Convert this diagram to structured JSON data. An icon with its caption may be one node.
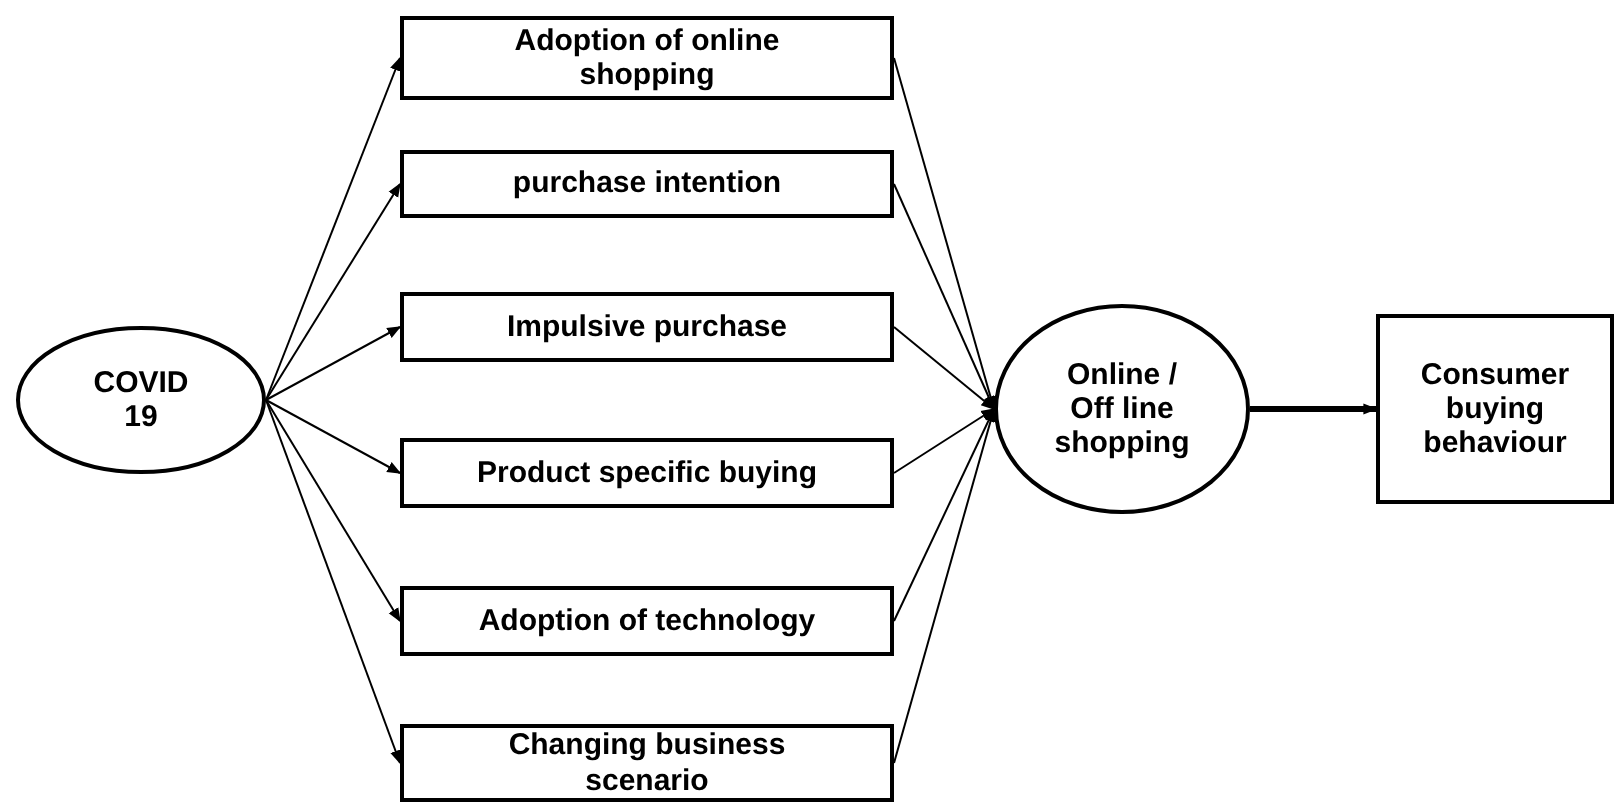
{
  "diagram": {
    "nodes": [
      {
        "text": [
          "COVID 19"
        ]
      },
      {
        "text": [
          "Adoption of online shopping"
        ]
      },
      {
        "text": [
          "purchase intention"
        ]
      },
      {
        "text": [
          "Impulsive purchase"
        ]
      },
      {
        "text": [
          "Product specific buying"
        ]
      },
      {
        "text": [
          "Adoption of technology"
        ]
      },
      {
        "text": [
          "Changing business scenario"
        ]
      },
      {
        "text": [
          "Online / Off line shopping"
        ]
      },
      {
        "text": [
          "Consumer buying behaviour"
        ]
      }
    ],
    "edges": [
      {
        "from": 0,
        "to": 1,
        "arrow": "to"
      },
      {
        "from": 0,
        "to": 2,
        "arrow": "to"
      },
      {
        "from": 0,
        "to": 3,
        "arrow": "to"
      },
      {
        "from": 0,
        "to": 4,
        "arrow": "to"
      },
      {
        "from": 0,
        "to": 5,
        "arrow": "to"
      },
      {
        "from": 0,
        "to": 6,
        "arrow": "to"
      },
      {
        "from": 1,
        "to": 7,
        "arrow": "to"
      },
      {
        "from": 2,
        "to": 7,
        "arrow": "to"
      },
      {
        "from": 3,
        "to": 7,
        "arrow": "to"
      },
      {
        "from": 4,
        "to": 7,
        "arrow": "to"
      },
      {
        "from": 5,
        "to": 7,
        "arrow": "to"
      },
      {
        "from": 6,
        "to": 7,
        "arrow": "to"
      },
      {
        "from": 7,
        "to": 8,
        "arrow": "to",
        "style": "thick"
      }
    ]
  }
}
